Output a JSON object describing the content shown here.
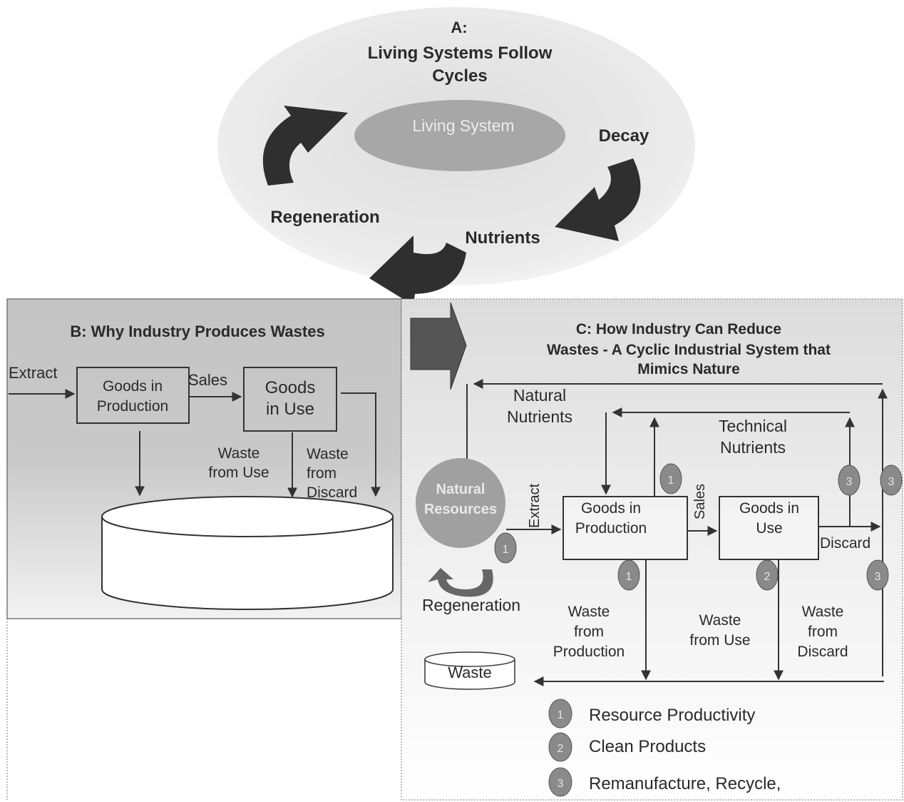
{
  "panel_a": {
    "letter": "A:",
    "title_line1": "Living  Systems Follow",
    "title_line2": "Cycles",
    "center_label": "Living System",
    "decay": "Decay",
    "nutrients": "Nutrients",
    "regeneration": "Regeneration"
  },
  "panel_b": {
    "title": "B: Why Industry Produces Wastes",
    "extract": "Extract",
    "sales": "Sales",
    "goods_production_line1": "Goods in",
    "goods_production_line2": "Production",
    "goods_use_line1": "Goods",
    "goods_use_line2": "in Use",
    "waste_use_line1": "Waste",
    "waste_use_line2": "from Use",
    "waste_discard_line1": "Waste",
    "waste_discard_line2": "from",
    "waste_discard_line3": "Discard"
  },
  "panel_c": {
    "title_line1": "C: How Industry Can Reduce",
    "title_line2": "Wastes - A Cyclic Industrial System that",
    "title_line3": "Mimics Nature",
    "natural_nutrients_line1": "Natural",
    "natural_nutrients_line2": "Nutrients",
    "technical_nutrients_line1": "Technical",
    "technical_nutrients_line2": "Nutrients",
    "natural_resources_line1": "Natural",
    "natural_resources_line2": "Resources",
    "extract": "Extract",
    "sales": "Sales",
    "discard": "Discard",
    "regeneration": "Regeneration",
    "goods_production_line1": "Goods in",
    "goods_production_line2": "Production",
    "goods_use_line1": "Goods in",
    "goods_use_line2": "Use",
    "waste_production_line1": "Waste",
    "waste_production_line2": "from",
    "waste_production_line3": "Production",
    "waste_use_line1": "Waste",
    "waste_use_line2": "from Use",
    "waste_discard_line1": "Waste",
    "waste_discard_line2": "from",
    "waste_discard_line3": "Discard",
    "waste_bin": "Waste"
  },
  "badges": {
    "one": "1",
    "two": "2",
    "three": "3"
  },
  "legend": {
    "items": [
      {
        "number": "1",
        "label": "Resource Productivity"
      },
      {
        "number": "2",
        "label": "Clean Products"
      },
      {
        "number": "3",
        "label": "Remanufacture, Recycle,"
      }
    ]
  },
  "colors": {
    "arrow_dark": "#2f2f2f",
    "badge_fill": "#8a8a8a",
    "panel_b_fill": "#cfcfcf",
    "panel_c_fill": "#e6e6e6",
    "living_system_fill": "#a7a7a7",
    "halo_fill": "#ececec"
  }
}
